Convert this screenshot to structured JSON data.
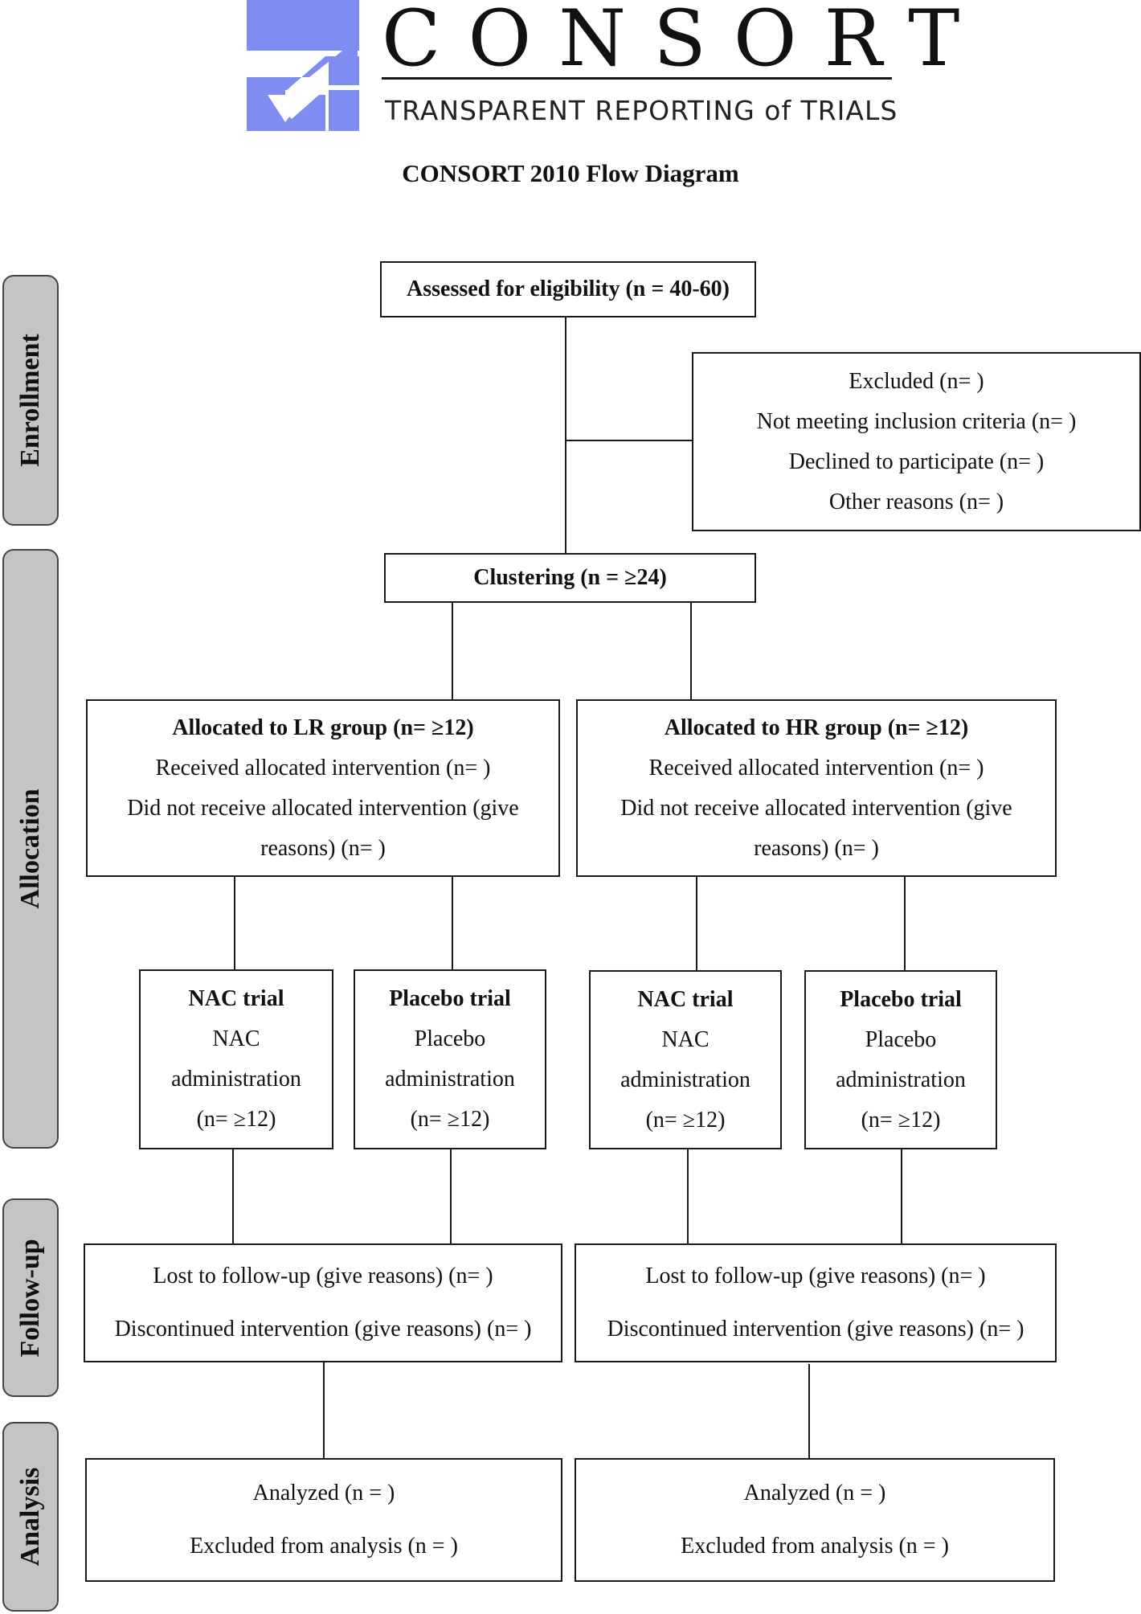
{
  "logo": {
    "name": "CONSORT",
    "tagline": "TRANSPARENT REPORTING of TRIALS",
    "mark_color": "#7f8df0",
    "icon": "consort-checkmark-logo"
  },
  "title": "CONSORT 2010 Flow Diagram",
  "phases": {
    "enrollment": "Enrollment",
    "allocation": "Allocation",
    "follow_up": "Follow-up",
    "analysis": "Analysis"
  },
  "assessed": "Assessed for eligibility (n = 40-60)",
  "excluded": {
    "title": "Excluded (n=  )",
    "items": [
      "Not meeting inclusion criteria (n=  )",
      "Declined to participate (n=  )",
      "Other reasons (n=  )"
    ]
  },
  "clustering": "Clustering (n = ≥24)",
  "groups": [
    {
      "title": "Allocated to LR group (n= ≥12)",
      "received": "Received allocated intervention (n=  )",
      "not_received_1": "Did not receive allocated intervention (give",
      "not_received_2": "reasons) (n=  )",
      "trials": [
        {
          "title": "NAC trial",
          "line1": "NAC",
          "line2": "administration",
          "n": "(n= ≥12)"
        },
        {
          "title": "Placebo trial",
          "line1": "Placebo",
          "line2": "administration",
          "n": "(n= ≥12)"
        }
      ],
      "followup": {
        "lost": "Lost to follow-up (give reasons) (n=  )",
        "discontinued": "Discontinued intervention (give reasons) (n=  )"
      },
      "analysis": {
        "analyzed": "Analyzed (n =  )",
        "excluded": "Excluded from analysis (n =  )"
      }
    },
    {
      "title": "Allocated to HR group (n= ≥12)",
      "received": "Received allocated intervention (n=  )",
      "not_received_1": "Did not receive allocated intervention (give",
      "not_received_2": "reasons) (n=  )",
      "trials": [
        {
          "title": "NAC trial",
          "line1": "NAC",
          "line2": "administration",
          "n": "(n= ≥12)"
        },
        {
          "title": "Placebo trial",
          "line1": "Placebo",
          "line2": "administration",
          "n": "(n= ≥12)"
        }
      ],
      "followup": {
        "lost": "Lost to follow-up (give reasons) (n=  )",
        "discontinued": "Discontinued intervention (give reasons) (n=  )"
      },
      "analysis": {
        "analyzed": "Analyzed (n =  )",
        "excluded": "Excluded from analysis (n =  )"
      }
    }
  ]
}
